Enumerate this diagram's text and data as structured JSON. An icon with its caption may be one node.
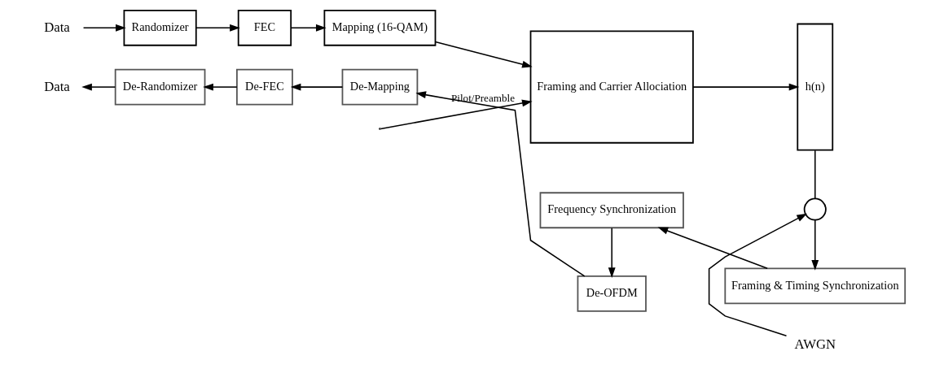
{
  "diagram": {
    "nodes": [
      {
        "text": [
          "Data"
        ]
      },
      {
        "text": [
          "Randomizer"
        ]
      },
      {
        "text": [
          "FEC"
        ]
      },
      {
        "text": [
          "Mapping (16-QAM)"
        ]
      },
      {
        "text": [
          "Framing and Carrier Allociation"
        ]
      },
      {
        "text": [
          "h(n)"
        ]
      },
      {
        "text": [],
        "shape": "circle"
      },
      {
        "text": [
          "AWGN"
        ]
      },
      {
        "text": [
          "Framing & Timing Synchronization"
        ]
      },
      {
        "text": [
          "Frequency Synchronization"
        ]
      },
      {
        "text": [
          "De-OFDM"
        ]
      },
      {
        "text": [
          "De-Mapping"
        ]
      },
      {
        "text": [
          "De-FEC"
        ]
      },
      {
        "text": [
          "De-Randomizer"
        ]
      },
      {
        "text": [
          "Data"
        ]
      }
    ],
    "edges": [
      {
        "from": 0,
        "to": 1,
        "arrow": "to"
      },
      {
        "from": 1,
        "to": 2,
        "arrow": "to"
      },
      {
        "from": 2,
        "to": 3,
        "arrow": "to"
      },
      {
        "from": 3,
        "to": 4,
        "arrow": "to"
      },
      {
        "from": null,
        "to": 4,
        "arrow": "to",
        "label": "Pilot/Preamble"
      },
      {
        "from": 4,
        "to": 5,
        "arrow": "to"
      },
      {
        "from": 5,
        "to": 6,
        "arrow": "none"
      },
      {
        "from": 7,
        "to": 6,
        "arrow": "to"
      },
      {
        "from": 6,
        "to": 8,
        "arrow": "to"
      },
      {
        "from": 8,
        "to": 9,
        "arrow": "to"
      },
      {
        "from": 9,
        "to": 10,
        "arrow": "to"
      },
      {
        "from": 10,
        "to": 11,
        "arrow": "to"
      },
      {
        "from": 11,
        "to": 12,
        "arrow": "to"
      },
      {
        "from": 12,
        "to": 13,
        "arrow": "to"
      },
      {
        "from": 13,
        "to": 14,
        "arrow": "to"
      }
    ]
  }
}
